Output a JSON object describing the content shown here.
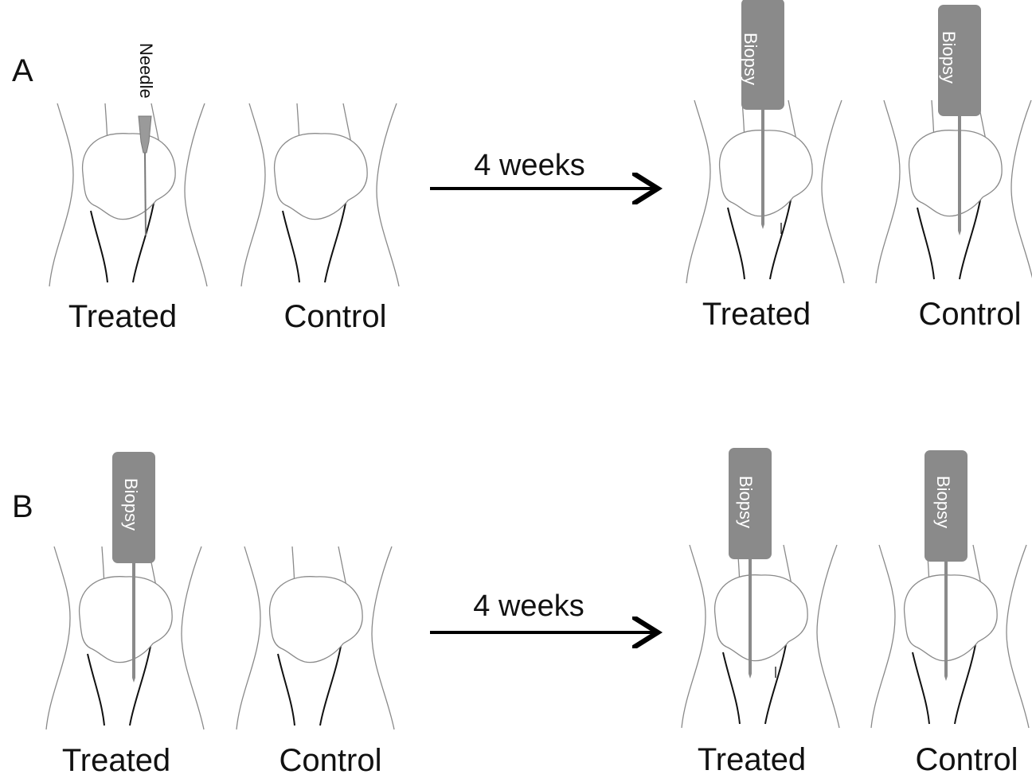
{
  "panels": [
    {
      "letter": "A",
      "arrow_label": "4 weeks",
      "before": {
        "treated_label": "Treated",
        "control_label": "Control",
        "instrument": "Needle"
      },
      "after": {
        "treated_label": "Treated",
        "control_label": "Control",
        "treated_instrument": "Biopsy",
        "control_instrument": "Biopsy"
      }
    },
    {
      "letter": "B",
      "arrow_label": "4 weeks",
      "before": {
        "treated_label": "Treated",
        "control_label": "Control",
        "instrument": "Biopsy"
      },
      "after": {
        "treated_label": "Treated",
        "control_label": "Control",
        "treated_instrument": "Biopsy",
        "control_instrument": "Biopsy"
      }
    }
  ],
  "colors": {
    "outline": "#8a8a8a",
    "bone": "#111111",
    "biopsy_tool": "#8a8a8a",
    "needle_hub": "#9a9a9a"
  },
  "icons": {
    "needle": "syringe-needle-icon",
    "biopsy": "biopsy-punch-icon",
    "arrow": "right-arrow-icon"
  }
}
